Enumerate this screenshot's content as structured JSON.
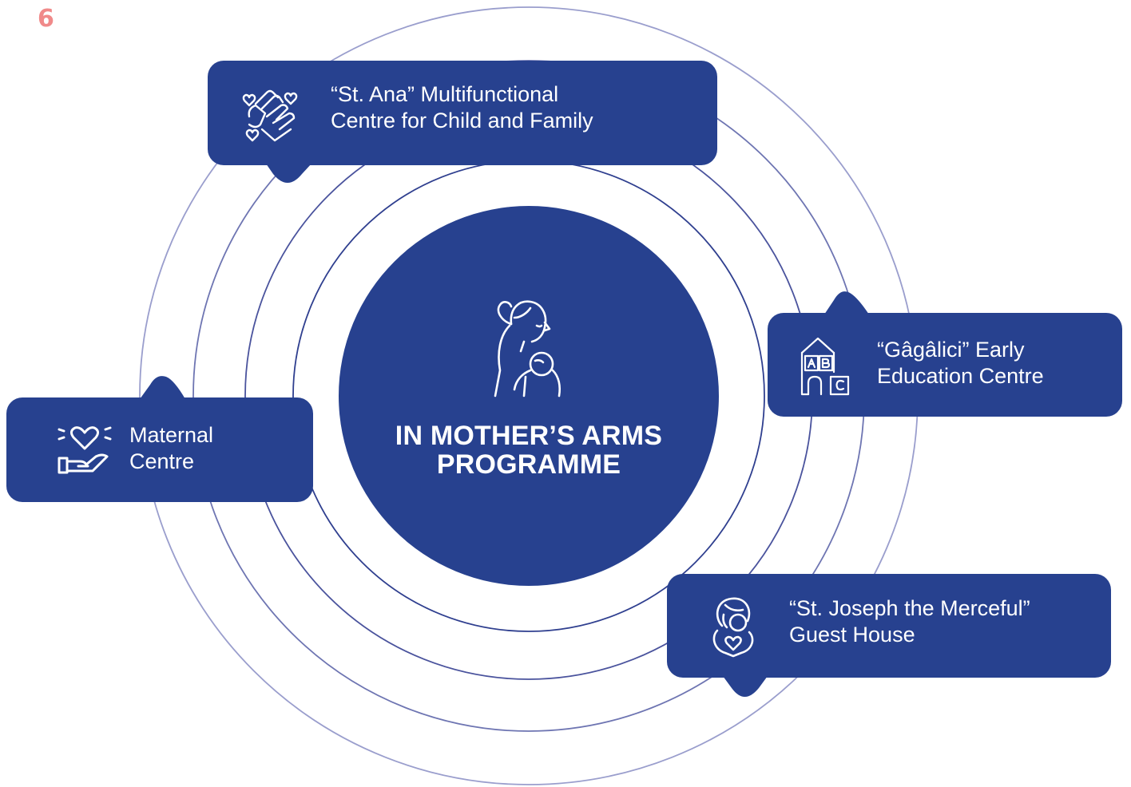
{
  "page_number": "6",
  "center": {
    "title_line1": "IN MOTHER’S ARMS",
    "title_line2": "PROGRAMME",
    "icon": "mother-holding-baby-icon"
  },
  "bubbles": [
    {
      "line1": "“St. Ana” Multifunctional",
      "line2": "Centre for Child and Family",
      "icon": "hands-hearts-icon"
    },
    {
      "line1": "“Gâgâlici” Early",
      "line2": "Education Centre",
      "icon": "abc-blocks-icon"
    },
    {
      "line1": "Maternal",
      "line2": "Centre",
      "icon": "heart-hand-icon"
    },
    {
      "line1": "“St. Joseph the Merceful”",
      "line2": "Guest House",
      "icon": "mother-child-heart-icon"
    }
  ],
  "colors": {
    "primary": "#27418f",
    "ring": "#8e93c6",
    "accent": "#f08a8a",
    "text_on_primary": "#ffffff"
  }
}
